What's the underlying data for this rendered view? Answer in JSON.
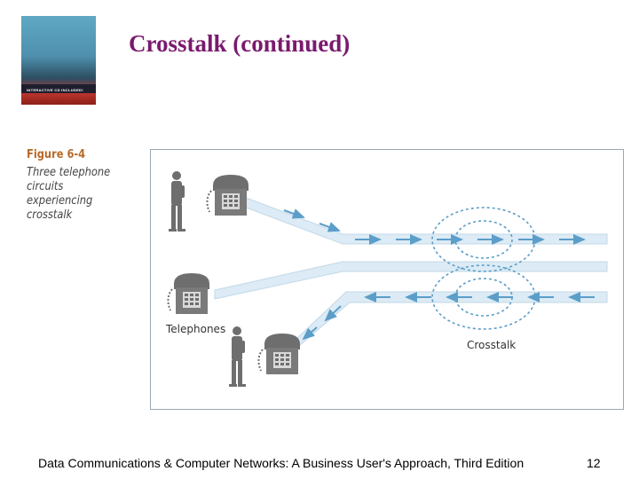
{
  "slide": {
    "title": "Crosstalk (continued)",
    "book_cover_text": "INTERACTIVE CD INCLUDED!"
  },
  "figure": {
    "number": "Figure 6-4",
    "description": "Three telephone circuits experiencing crosstalk",
    "telephones_label": "Telephones",
    "crosstalk_label": "Crosstalk"
  },
  "footer": {
    "text": "Data Communications & Computer Networks: A Business User's Approach, Third Edition",
    "page_number": "12"
  },
  "colors": {
    "title": "#7a1a6e",
    "figure_number": "#b76a2a",
    "circuit_fill": "#dcebf5",
    "arrow": "#5b9ec9",
    "wave": "#5b9ec9",
    "phone": "#6e6e6e"
  }
}
